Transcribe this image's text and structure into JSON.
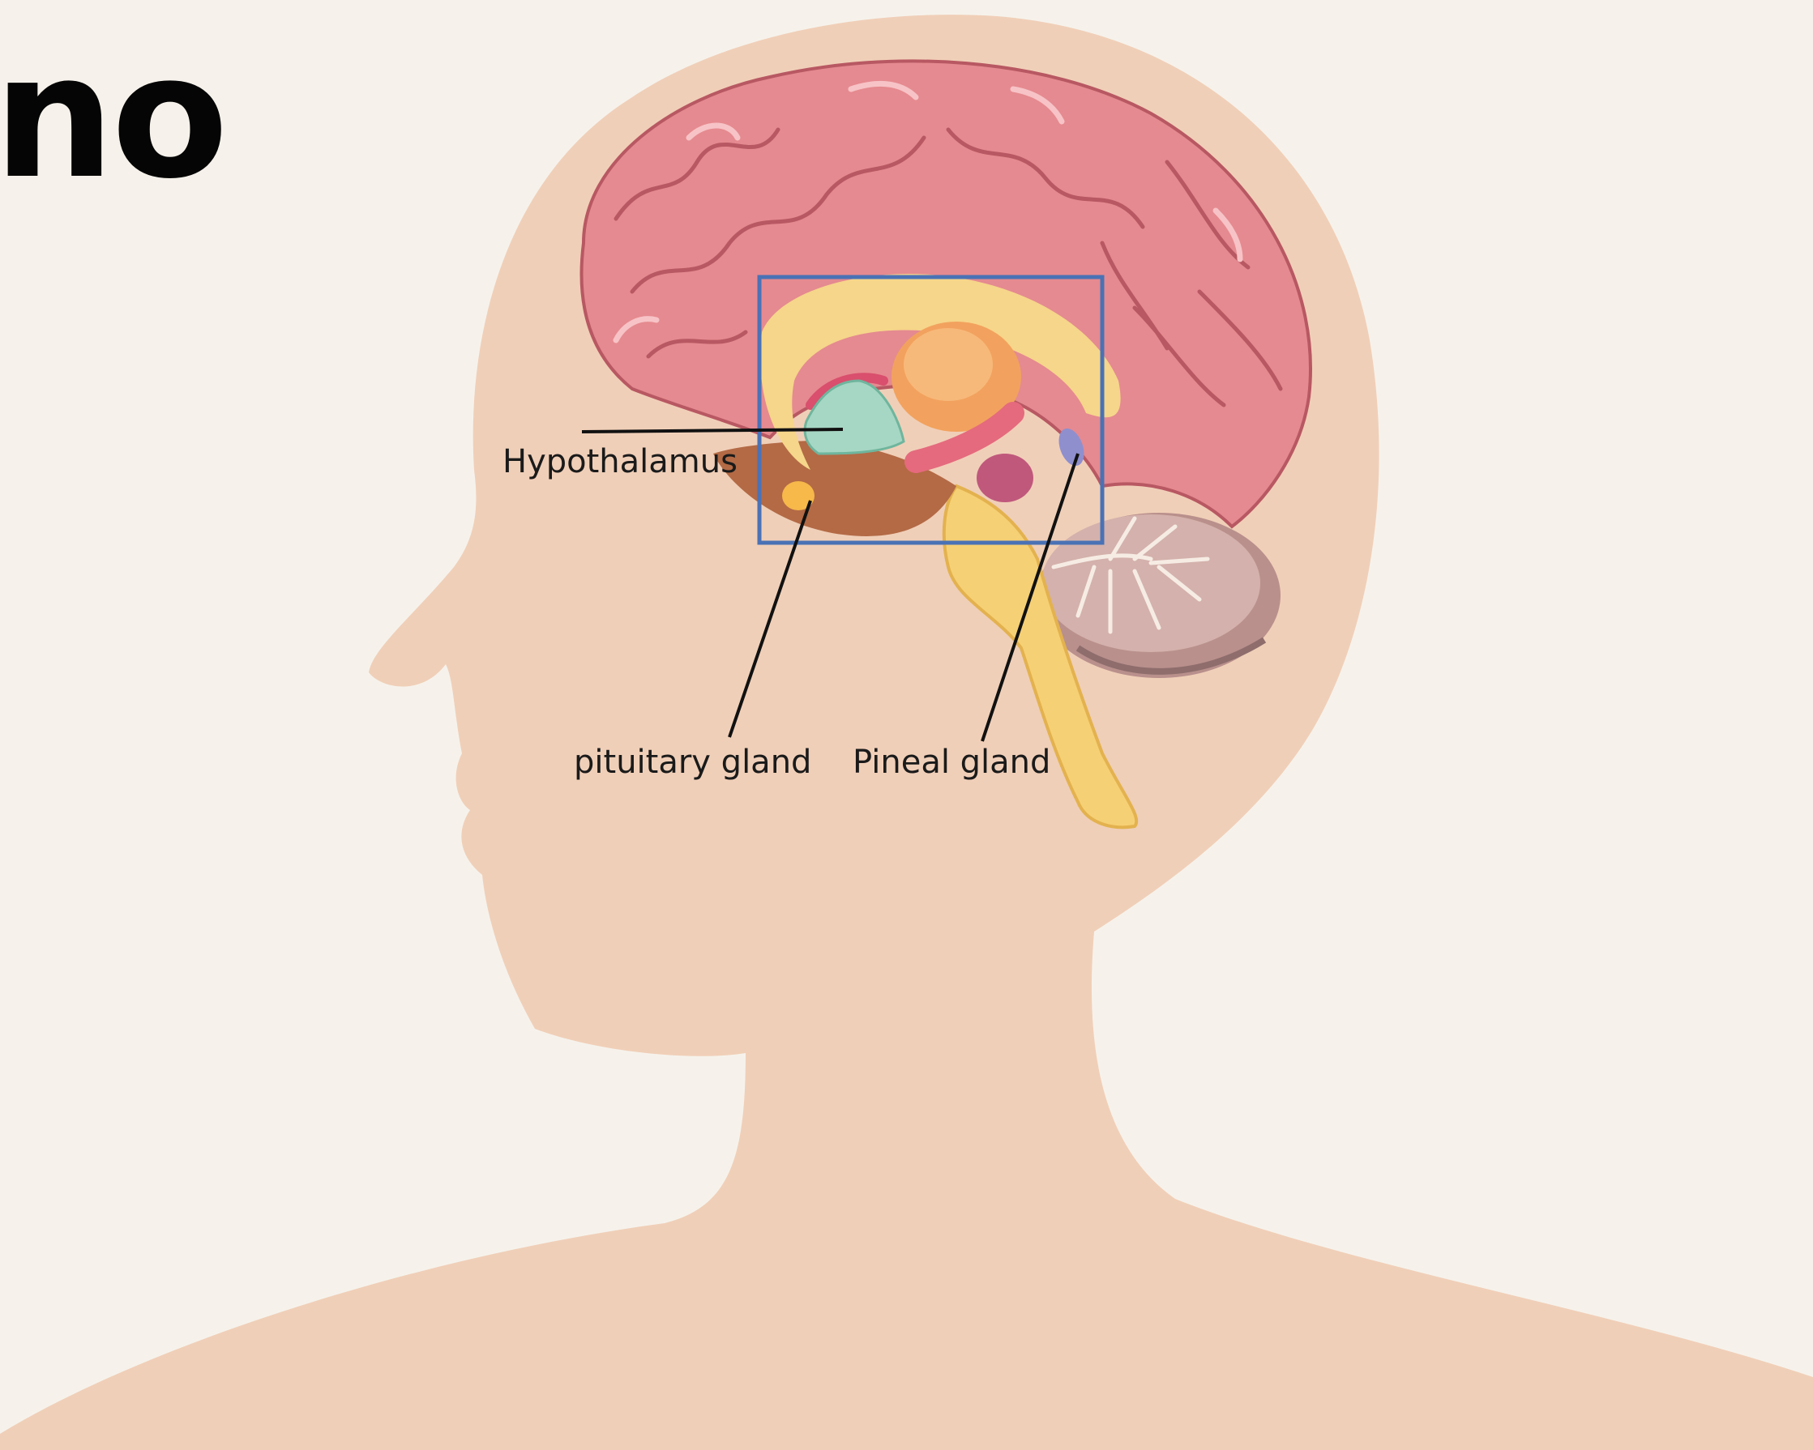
{
  "heading": {
    "text": "no"
  },
  "labels": {
    "hypothalamus": "Hypothalamus",
    "pituitary": "pituitary gland",
    "pineal": "Pineal gland"
  },
  "colors": {
    "background": "#f6f2eb",
    "skin": "#f0cfb8",
    "cortex": "#e58a90",
    "highlight_box": "#4a72b5",
    "hypothalamus": "#a6d7c4",
    "thalamus": "#f2a25e",
    "cerebellum": "#b9908c",
    "brainstem": "#f6d074",
    "pineal": "#8f8fce"
  }
}
